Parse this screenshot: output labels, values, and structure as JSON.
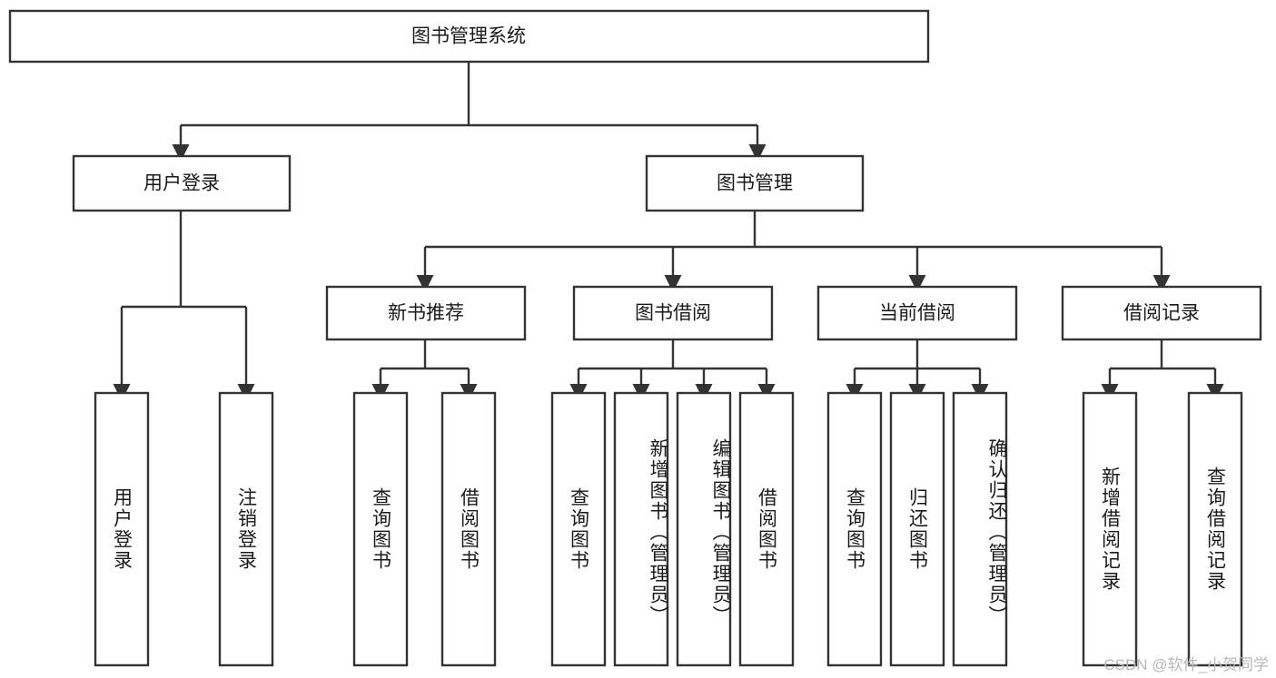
{
  "diagram": {
    "type": "hierarchy-tree",
    "title": "图书管理系统",
    "root": {
      "label": "图书管理系统"
    },
    "level2": [
      {
        "label": "用户登录"
      },
      {
        "label": "图书管理"
      }
    ],
    "level3": [
      {
        "label": "新书推荐"
      },
      {
        "label": "图书借阅"
      },
      {
        "label": "当前借阅"
      },
      {
        "label": "借阅记录"
      }
    ],
    "leaves": {
      "user_login": [
        {
          "label": "用户登录"
        },
        {
          "label": "注销登录"
        }
      ],
      "new_book_recommend": [
        {
          "label": "查询图书"
        },
        {
          "label": "借阅图书"
        }
      ],
      "book_borrow": [
        {
          "label": "查询图书"
        },
        {
          "label": "新增图书（管理员）"
        },
        {
          "label": "编辑图书（管理员）"
        },
        {
          "label": "借阅图书"
        }
      ],
      "current_borrow": [
        {
          "label": "查询图书"
        },
        {
          "label": "归还图书"
        },
        {
          "label": "确认归还（管理员）"
        }
      ],
      "borrow_record": [
        {
          "label": "新增借阅记录"
        },
        {
          "label": "查询借阅记录"
        }
      ]
    }
  },
  "watermark": {
    "text": "CSDN @软件_小贺同学"
  },
  "colors": {
    "stroke": "#333333",
    "fill": "#ffffff",
    "text": "#1a1a1a",
    "watermark": "#b8b8b8"
  }
}
